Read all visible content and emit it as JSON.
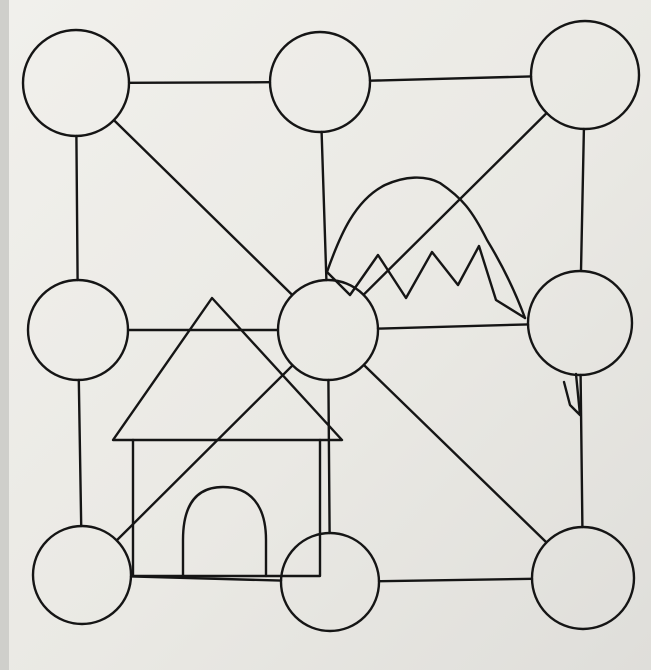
{
  "diagram": {
    "kind": "connect-the-circles puzzle worksheet with hand-drawn house and mountain",
    "circle_count": 9,
    "edge_count": 16,
    "ink_color": "#151515",
    "paper_color": "#ecebe6",
    "shadow_color": "#cfcfcb"
  },
  "nodes": [
    {
      "id": "top-left"
    },
    {
      "id": "top-center"
    },
    {
      "id": "top-right"
    },
    {
      "id": "middle-left"
    },
    {
      "id": "center"
    },
    {
      "id": "middle-right"
    },
    {
      "id": "bottom-left"
    },
    {
      "id": "bottom-center"
    },
    {
      "id": "bottom-right"
    }
  ],
  "edges": [
    [
      "top-left",
      "top-center"
    ],
    [
      "top-center",
      "top-right"
    ],
    [
      "middle-left",
      "center"
    ],
    [
      "center",
      "middle-right"
    ],
    [
      "bottom-left",
      "bottom-center"
    ],
    [
      "bottom-center",
      "bottom-right"
    ],
    [
      "top-left",
      "middle-left"
    ],
    [
      "middle-left",
      "bottom-left"
    ],
    [
      "top-center",
      "center"
    ],
    [
      "center",
      "bottom-center"
    ],
    [
      "top-right",
      "middle-right"
    ],
    [
      "middle-right",
      "bottom-right"
    ],
    [
      "top-left",
      "center"
    ],
    [
      "center",
      "bottom-right"
    ],
    [
      "top-right",
      "center"
    ],
    [
      "center",
      "bottom-left"
    ]
  ],
  "pictures": [
    {
      "id": "house",
      "parts": [
        "roof",
        "walls",
        "door"
      ]
    },
    {
      "id": "mountain",
      "parts": [
        "outline"
      ]
    }
  ]
}
